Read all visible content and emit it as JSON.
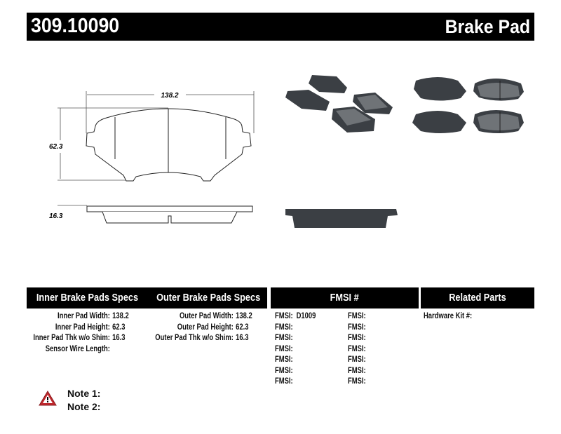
{
  "header": {
    "part_number": "309.10090",
    "document_type": "Brake Pad"
  },
  "drawing": {
    "width_dim": "138.2",
    "height_dim": "62.3",
    "thickness_dim": "16.3"
  },
  "columns": {
    "inner": "Inner Brake Pads Specs",
    "outer": "Outer Brake Pads Specs",
    "fmsi": "FMSI #",
    "related": "Related Parts"
  },
  "inner_specs": [
    {
      "label": "Inner Pad Width:",
      "value": "138.2"
    },
    {
      "label": "Inner Pad Height:",
      "value": "62.3"
    },
    {
      "label": "Inner Pad Thk w/o Shim:",
      "value": "16.3"
    },
    {
      "label": "Sensor Wire Length:",
      "value": ""
    }
  ],
  "outer_specs": [
    {
      "label": "Outer Pad Width:",
      "value": "138.2"
    },
    {
      "label": "Outer Pad Height:",
      "value": "62.3"
    },
    {
      "label": "Outer Pad Thk w/o Shim:",
      "value": "16.3"
    }
  ],
  "fmsi_left": [
    {
      "label": "FMSI:",
      "value": "D1009"
    },
    {
      "label": "FMSI:",
      "value": ""
    },
    {
      "label": "FMSI:",
      "value": ""
    },
    {
      "label": "FMSI:",
      "value": ""
    },
    {
      "label": "FMSI:",
      "value": ""
    },
    {
      "label": "FMSI:",
      "value": ""
    },
    {
      "label": "FMSI:",
      "value": ""
    }
  ],
  "fmsi_right": [
    {
      "label": "FMSI:",
      "value": ""
    },
    {
      "label": "FMSI:",
      "value": ""
    },
    {
      "label": "FMSI:",
      "value": ""
    },
    {
      "label": "FMSI:",
      "value": ""
    },
    {
      "label": "FMSI:",
      "value": ""
    },
    {
      "label": "FMSI:",
      "value": ""
    },
    {
      "label": "FMSI:",
      "value": ""
    }
  ],
  "related_parts": [
    {
      "label": "Hardware Kit #:",
      "value": ""
    }
  ],
  "notes": [
    {
      "label": "Note 1:",
      "value": ""
    },
    {
      "label": "Note 2:",
      "value": ""
    }
  ],
  "icons": {
    "warning": "warning-triangle-icon"
  },
  "colors": {
    "header_bg": "#000000",
    "warning": "#c0282d",
    "pad_dark": "#3b3f44",
    "pad_friction": "#6f7377"
  }
}
